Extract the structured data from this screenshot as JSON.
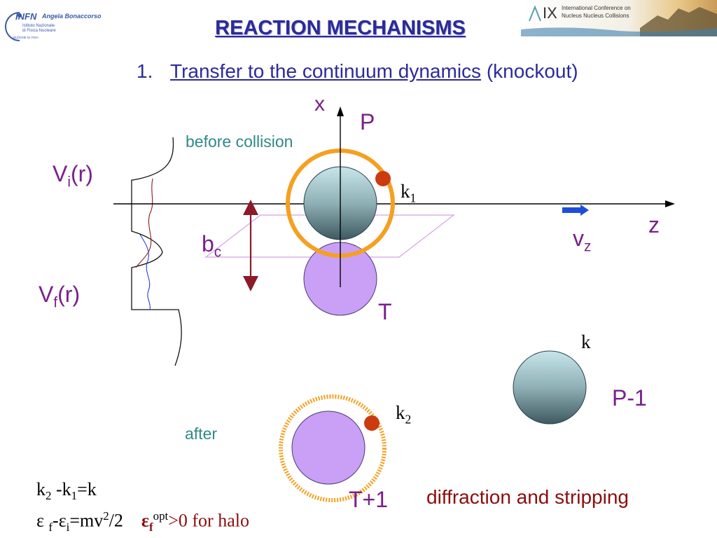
{
  "logo": {
    "infn": "INFN",
    "author": "Angela Bonaccorso",
    "line1": "Istituto Nazionale",
    "line2": "di Fisica Nucleare",
    "line3": "SEZIONE DI PISA"
  },
  "conference": {
    "numeral": "IX",
    "line1": "International Conference on",
    "line2": "Nucleus Nucleus Collisions"
  },
  "title": "REACTION MECHANISMS",
  "subtitle": {
    "number": "1.",
    "link": "Transfer to the continuum dynamics",
    "paren": "(knockout)"
  },
  "labels": {
    "x_axis": "x",
    "z_axis": "z",
    "projectile": "P",
    "target": "T",
    "before": "before collision",
    "after": "after",
    "vi_main": "V",
    "vi_sub": "i",
    "vi_tail": "(r)",
    "vf_main": "V",
    "vf_sub": "f",
    "vf_tail": "(r)",
    "bc_main": "b",
    "bc_sub": "c",
    "k1_main": "k",
    "k1_sub": "1",
    "vz_main": "v",
    "vz_sub": "z",
    "k": "k",
    "p_minus_1": "P-1",
    "k2_main": "k",
    "k2_sub": "2",
    "t_plus_1": "T+1",
    "diffraction": "diffraction and stripping"
  },
  "equations": {
    "eq1_a": "k",
    "eq1_a_sub": "2",
    "eq1_b": " -k",
    "eq1_b_sub": "1",
    "eq1_c": "=k",
    "eq2_a": "ε ",
    "eq2_a_sub": "f",
    "eq2_b": "-ε",
    "eq2_b_sub": "i",
    "eq2_c": "=mv",
    "eq2_c_sup": "2",
    "eq2_d": "/2",
    "eq2_e": "ε",
    "eq2_e_sub": "f",
    "eq2_e_sup": "opt",
    "eq2_f": ">0 for halo"
  },
  "colors": {
    "title": "#2b2b9a",
    "label_purple": "#7a1f8c",
    "label_teal": "#2f8a8a",
    "orbit_orange": "#f5a020",
    "nucleon_red": "#cc3a10",
    "target_violet": "#c9a0f5",
    "projectile_gradient_top": "#bfe2e6",
    "projectile_gradient_bottom": "#3e5a60",
    "diffraction": "#8b0d0d",
    "arrow_blue": "#1f4fd8"
  }
}
